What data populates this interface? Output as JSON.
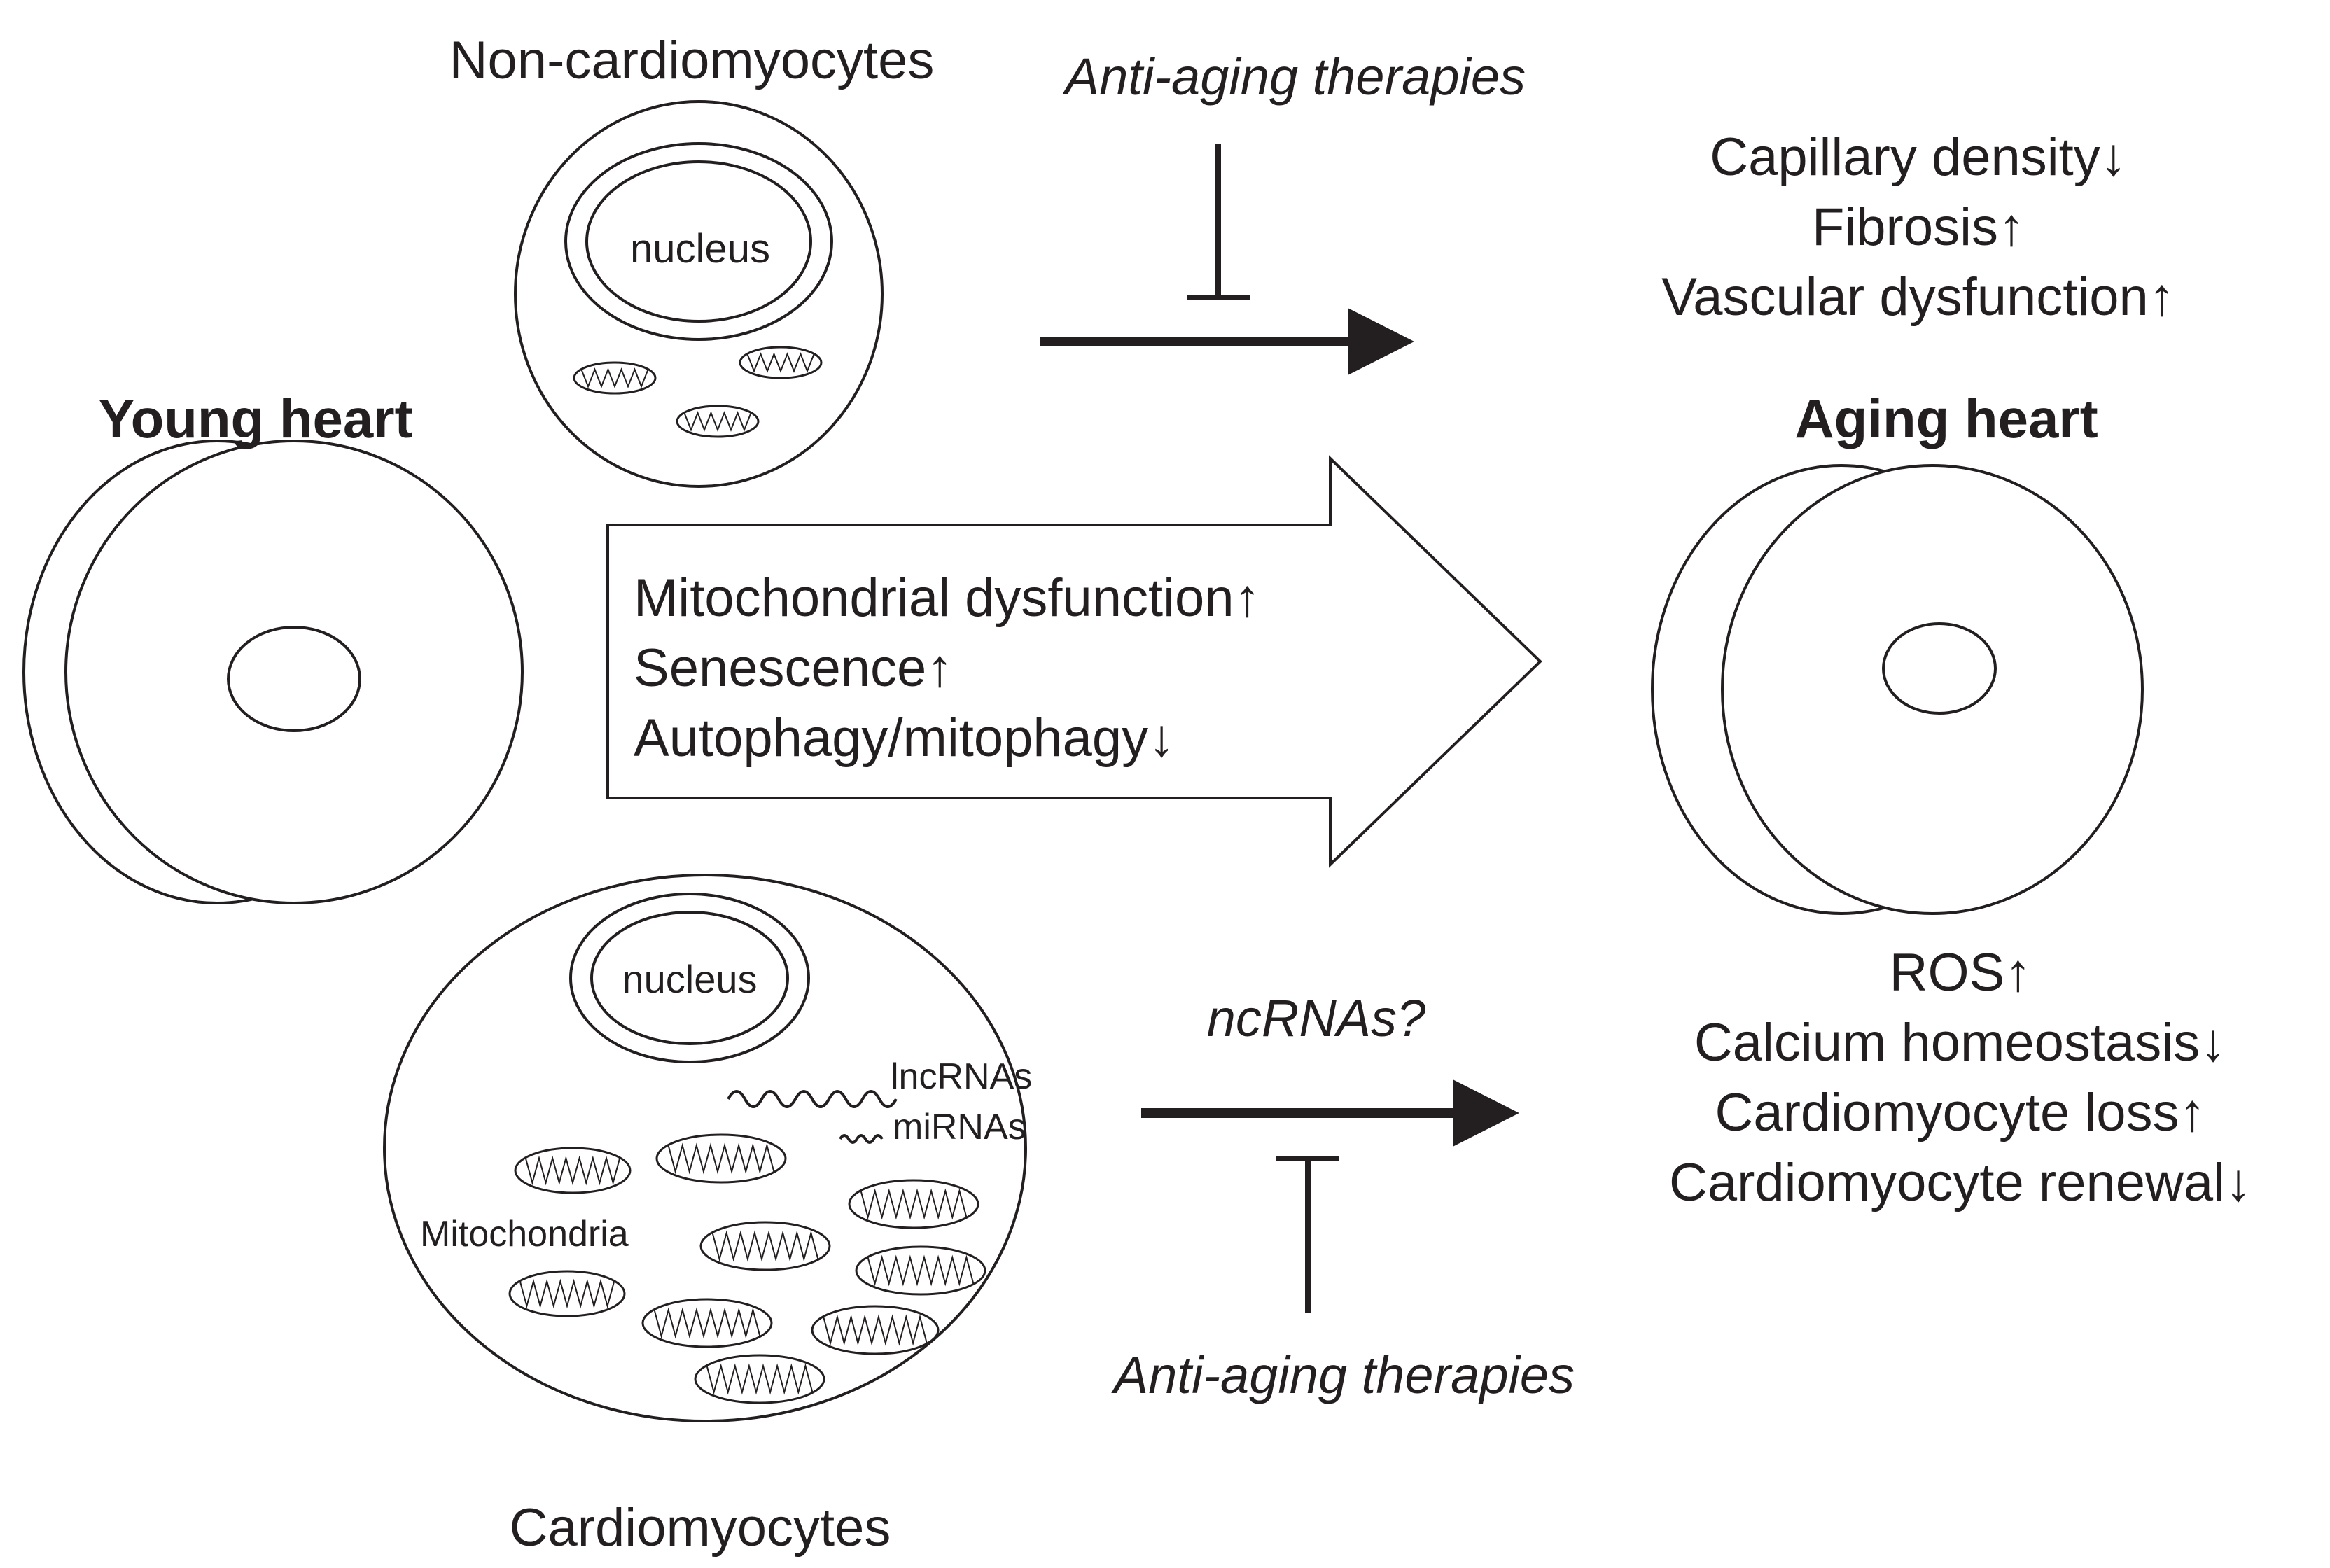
{
  "labels": {
    "non_cardiomyocytes": "Non-cardiomyocytes",
    "cardiomyocytes": "Cardiomyocytes",
    "young_heart": "Young heart",
    "aging_heart": "Aging heart",
    "nucleus": "nucleus",
    "mitochondria": "Mitochondria",
    "lncrnas": "lncRNAs",
    "mirnas": "miRNAs",
    "ncrnas": "ncRNAs?",
    "anti_aging": "Anti-aging therapies"
  },
  "center_effects": [
    "Mitochondrial dysfunction↑",
    "Senescence↑",
    "Autophagy/mitophagy↓"
  ],
  "top_effects": [
    "Capillary density↓",
    "Fibrosis↑",
    "Vascular dysfunction↑"
  ],
  "bottom_effects": [
    "ROS↑",
    "Calcium homeostasis↓",
    "Cardiomyocyte loss↑",
    "Cardiomyocyte renewal↓"
  ]
}
